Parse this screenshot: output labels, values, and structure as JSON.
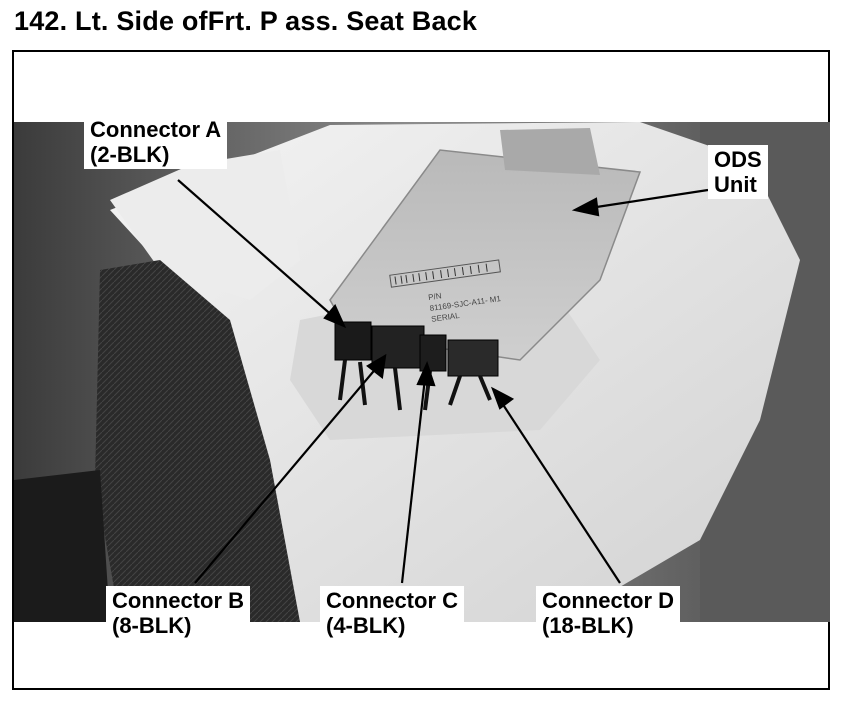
{
  "page": {
    "title": "142. Lt. Side ofFrt. P ass. Seat Back"
  },
  "photo": {
    "module_label_lines": [
      "P/N",
      "81169-SJC-A11- M1",
      "SERIAL"
    ]
  },
  "callouts": {
    "ods_unit": {
      "line1": "ODS",
      "line2": "Unit"
    },
    "connector_a": {
      "line1": "Connector A",
      "line2": "(2-BLK)"
    },
    "connector_b": {
      "line1": "Connector B",
      "line2": "(8-BLK)"
    },
    "connector_c": {
      "line1": "Connector C",
      "line2": "(4-BLK)"
    },
    "connector_d": {
      "line1": "Connector D",
      "line2": "(18-BLK)"
    }
  },
  "colors": {
    "ink": "#000000",
    "paper": "#ffffff",
    "foam": "#e6e6e6",
    "dark_fabric": "#2a2a2a"
  }
}
